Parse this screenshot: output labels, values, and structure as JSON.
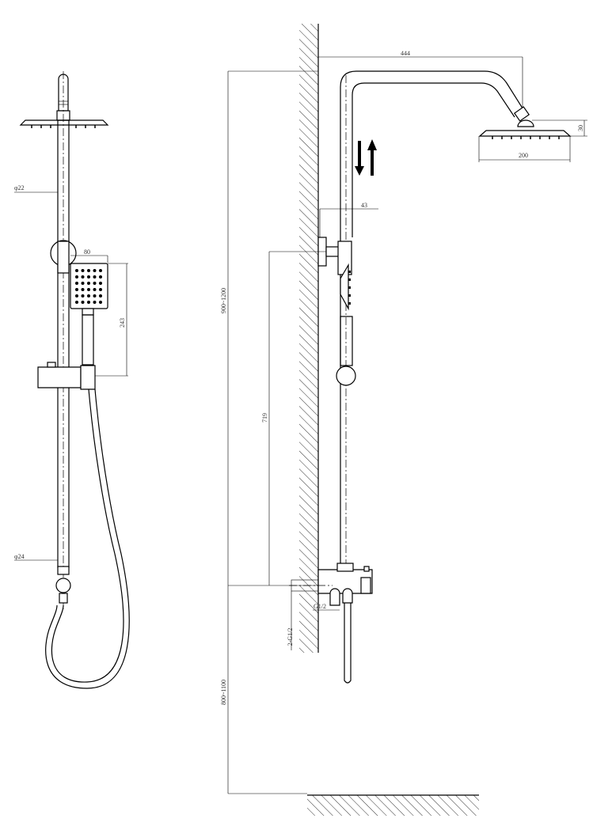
{
  "title": "Shower column technical drawing",
  "dimensions": {
    "arm_length": "444",
    "head_height": "30",
    "head_width": "200",
    "bracket_offset": "43",
    "hand_shower_width": "80",
    "hand_shower_length": "243",
    "column_height": "900~1200",
    "bracket_height": "719",
    "outlet_thread": "G1/2",
    "inlet_thread": "2-G1/2",
    "mixer_height": "800~1100",
    "rod_diameter_upper": "φ22",
    "rod_diameter_lower": "φ24"
  },
  "icons": {
    "adjust": "up-down-arrows-icon"
  }
}
